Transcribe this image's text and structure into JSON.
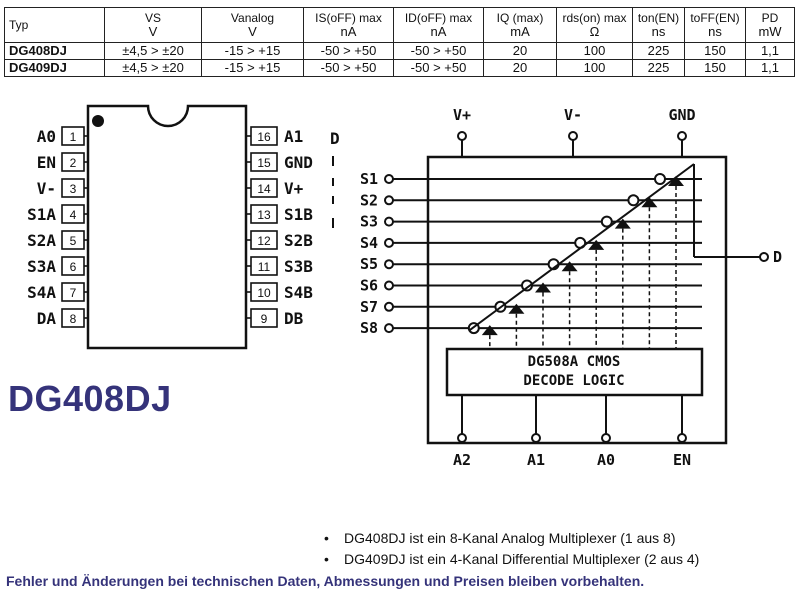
{
  "table": {
    "headers": [
      {
        "name": "Typ",
        "unit": ""
      },
      {
        "name": "VS",
        "unit": "V"
      },
      {
        "name": "Vanalog",
        "unit": "V"
      },
      {
        "name": "IS(oFF) max",
        "unit": "nA"
      },
      {
        "name": "ID(oFF) max",
        "unit": "nA"
      },
      {
        "name": "IQ (max)",
        "unit": "mA"
      },
      {
        "name": "rds(on) max",
        "unit": "Ω"
      },
      {
        "name": "ton(EN)",
        "unit": "ns"
      },
      {
        "name": "toFF(EN)",
        "unit": "ns"
      },
      {
        "name": "PD",
        "unit": "mW"
      }
    ],
    "rows": [
      [
        "DG408DJ",
        "±4,5 > ±20",
        "-15 > +15",
        "-50 > +50",
        "-50 > +50",
        "20",
        "100",
        "225",
        "150",
        "1,1"
      ],
      [
        "DG409DJ",
        "±4,5 > ±20",
        "-15 > +15",
        "-50 > +50",
        "-50 > +50",
        "20",
        "100",
        "225",
        "150",
        "1,1"
      ]
    ]
  },
  "pinout": {
    "left": [
      {
        "num": "1",
        "label": "A0"
      },
      {
        "num": "2",
        "label": "EN"
      },
      {
        "num": "3",
        "label": "V-"
      },
      {
        "num": "4",
        "label": "S1A"
      },
      {
        "num": "5",
        "label": "S2A"
      },
      {
        "num": "6",
        "label": "S3A"
      },
      {
        "num": "7",
        "label": "S4A"
      },
      {
        "num": "8",
        "label": "DA"
      }
    ],
    "right": [
      {
        "num": "16",
        "label": "A1"
      },
      {
        "num": "15",
        "label": "GND"
      },
      {
        "num": "14",
        "label": "V+"
      },
      {
        "num": "13",
        "label": "S1B"
      },
      {
        "num": "12",
        "label": "S2B"
      },
      {
        "num": "11",
        "label": "S3B"
      },
      {
        "num": "10",
        "label": "S4B"
      },
      {
        "num": "9",
        "label": "DB"
      }
    ],
    "side_mark": "D"
  },
  "logic_diagram": {
    "top_pins": [
      "V+",
      "V-",
      "GND"
    ],
    "inputs": [
      "S1",
      "S2",
      "S3",
      "S4",
      "S5",
      "S6",
      "S7",
      "S8"
    ],
    "output": "D",
    "decoder": [
      "DG508A CMOS",
      "DECODE LOGIC"
    ],
    "bottom_pins": [
      "A2",
      "A1",
      "A0",
      "EN"
    ]
  },
  "title": "DG408DJ",
  "bullets": [
    "DG408DJ ist ein 8-Kanal Analog Multiplexer (1 aus 8)",
    "DG409DJ ist ein 4-Kanal Differential Multiplexer (2 aus 4)"
  ],
  "footer": "Fehler und Änderungen bei technischen Daten, Abmessungen und Preisen bleiben vorbehalten."
}
